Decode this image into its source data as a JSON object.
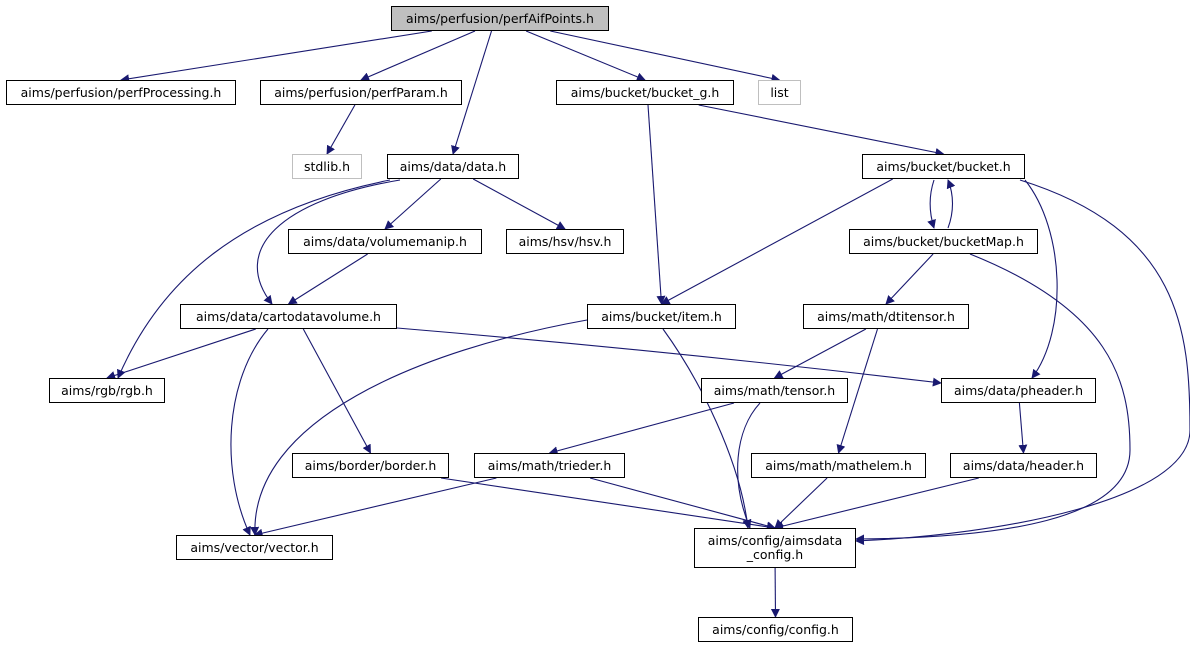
{
  "graph": {
    "edge_color": "#191970",
    "root_fill": "#bfbfbf",
    "external_border": "#bfbfbf",
    "nodes": [
      {
        "id": "perfAifPoints",
        "label": "aims/perfusion/perfAifPoints.h",
        "kind": "root"
      },
      {
        "id": "perfProcessing",
        "label": "aims/perfusion/perfProcessing.h",
        "kind": "file"
      },
      {
        "id": "perfParam",
        "label": "aims/perfusion/perfParam.h",
        "kind": "file"
      },
      {
        "id": "bucket_g",
        "label": "aims/bucket/bucket_g.h",
        "kind": "file"
      },
      {
        "id": "list",
        "label": "list",
        "kind": "external"
      },
      {
        "id": "stdlib",
        "label": "stdlib.h",
        "kind": "external"
      },
      {
        "id": "data",
        "label": "aims/data/data.h",
        "kind": "file"
      },
      {
        "id": "bucket",
        "label": "aims/bucket/bucket.h",
        "kind": "file"
      },
      {
        "id": "volumemanip",
        "label": "aims/data/volumemanip.h",
        "kind": "file"
      },
      {
        "id": "hsv",
        "label": "aims/hsv/hsv.h",
        "kind": "file"
      },
      {
        "id": "bucketMap",
        "label": "aims/bucket/bucketMap.h",
        "kind": "file"
      },
      {
        "id": "cartodatavolume",
        "label": "aims/data/cartodatavolume.h",
        "kind": "file"
      },
      {
        "id": "item",
        "label": "aims/bucket/item.h",
        "kind": "file"
      },
      {
        "id": "dtitensor",
        "label": "aims/math/dtitensor.h",
        "kind": "file"
      },
      {
        "id": "rgb",
        "label": "aims/rgb/rgb.h",
        "kind": "file"
      },
      {
        "id": "tensor",
        "label": "aims/math/tensor.h",
        "kind": "file"
      },
      {
        "id": "pheader",
        "label": "aims/data/pheader.h",
        "kind": "file"
      },
      {
        "id": "border",
        "label": "aims/border/border.h",
        "kind": "file"
      },
      {
        "id": "trieder",
        "label": "aims/math/trieder.h",
        "kind": "file"
      },
      {
        "id": "mathelem",
        "label": "aims/math/mathelem.h",
        "kind": "file"
      },
      {
        "id": "header",
        "label": "aims/data/header.h",
        "kind": "file"
      },
      {
        "id": "vector",
        "label": "aims/vector/vector.h",
        "kind": "file"
      },
      {
        "id": "aimsdata_config",
        "label": "aims/config/aimsdata\n_config.h",
        "kind": "file"
      },
      {
        "id": "config",
        "label": "aims/config/config.h",
        "kind": "file"
      }
    ],
    "edges": [
      {
        "from": "perfAifPoints",
        "to": "perfProcessing"
      },
      {
        "from": "perfAifPoints",
        "to": "perfParam"
      },
      {
        "from": "perfAifPoints",
        "to": "data"
      },
      {
        "from": "perfAifPoints",
        "to": "bucket_g"
      },
      {
        "from": "perfAifPoints",
        "to": "list"
      },
      {
        "from": "perfParam",
        "to": "stdlib"
      },
      {
        "from": "bucket_g",
        "to": "bucket"
      },
      {
        "from": "bucket_g",
        "to": "item"
      },
      {
        "from": "data",
        "to": "volumemanip"
      },
      {
        "from": "data",
        "to": "hsv"
      },
      {
        "from": "data",
        "to": "cartodatavolume"
      },
      {
        "from": "data",
        "to": "rgb"
      },
      {
        "from": "volumemanip",
        "to": "cartodatavolume"
      },
      {
        "from": "bucket",
        "to": "bucketMap"
      },
      {
        "from": "bucketMap",
        "to": "bucket"
      },
      {
        "from": "bucket",
        "to": "item"
      },
      {
        "from": "bucket",
        "to": "pheader"
      },
      {
        "from": "bucket",
        "to": "aimsdata_config"
      },
      {
        "from": "bucketMap",
        "to": "dtitensor"
      },
      {
        "from": "bucketMap",
        "to": "aimsdata_config"
      },
      {
        "from": "cartodatavolume",
        "to": "rgb"
      },
      {
        "from": "cartodatavolume",
        "to": "vector"
      },
      {
        "from": "cartodatavolume",
        "to": "border"
      },
      {
        "from": "cartodatavolume",
        "to": "pheader"
      },
      {
        "from": "item",
        "to": "vector"
      },
      {
        "from": "item",
        "to": "aimsdata_config"
      },
      {
        "from": "dtitensor",
        "to": "tensor"
      },
      {
        "from": "dtitensor",
        "to": "mathelem"
      },
      {
        "from": "tensor",
        "to": "trieder"
      },
      {
        "from": "tensor",
        "to": "aimsdata_config"
      },
      {
        "from": "pheader",
        "to": "header"
      },
      {
        "from": "border",
        "to": "aimsdata_config"
      },
      {
        "from": "trieder",
        "to": "vector"
      },
      {
        "from": "trieder",
        "to": "aimsdata_config"
      },
      {
        "from": "mathelem",
        "to": "aimsdata_config"
      },
      {
        "from": "header",
        "to": "aimsdata_config"
      },
      {
        "from": "aimsdata_config",
        "to": "config"
      }
    ]
  }
}
